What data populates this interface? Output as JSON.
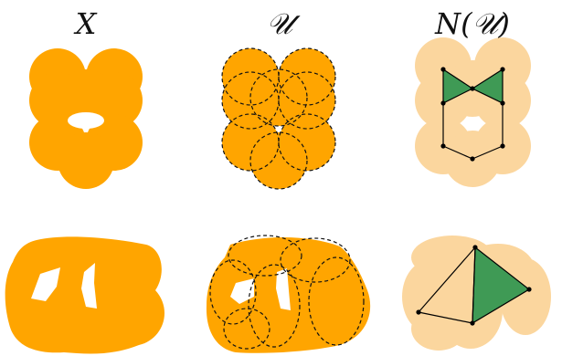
{
  "column_titles": {
    "space": "X",
    "cover": "𝒰",
    "nerve_prefix": "N(",
    "nerve_symbol": "𝒰",
    "nerve_suffix": ")"
  },
  "colors": {
    "fill": "#FFA500",
    "nerve_disk": "#F9B54F",
    "simplex": "#3F9A55",
    "edge": "#000000",
    "dash": "#111111",
    "background": "#FFFFFF"
  }
}
